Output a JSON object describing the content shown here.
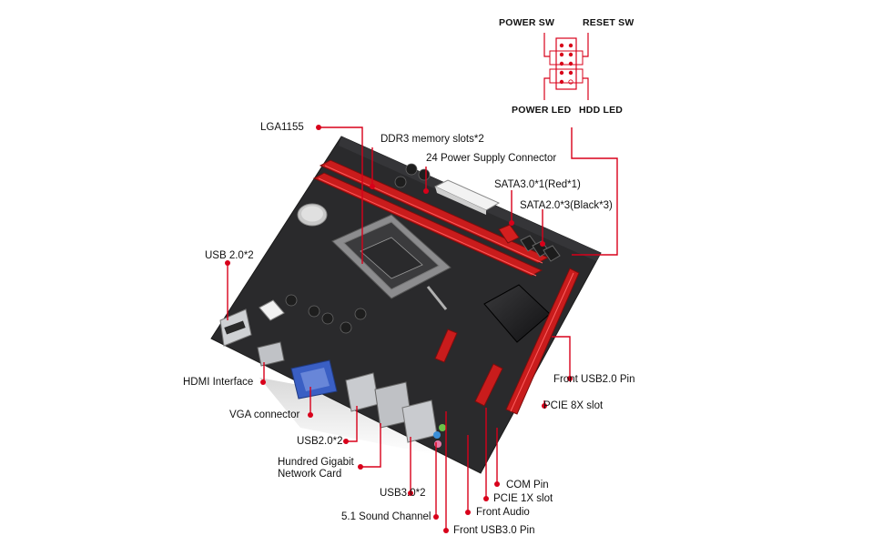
{
  "front_panel": {
    "power_sw": "POWER SW",
    "reset_sw": "RESET SW",
    "power_led": "POWER LED",
    "hdd_led": "HDD LED"
  },
  "labels": {
    "lga": "LGA1155",
    "ddr3": "DDR3 memory slots*2",
    "atx24": "24 Power Supply Connector",
    "sata3": "SATA3.0*1(Red*1)",
    "sata2": "SATA2.0*3(Black*3)",
    "usb2_top": "USB 2.0*2",
    "hdmi": "HDMI Interface",
    "vga": "VGA connector",
    "usb2_rear": "USB2.0*2",
    "network_line1": "Hundred Gigabit",
    "network_line2": "Network Card",
    "usb3": "USB3.0*2",
    "sound": "5.1 Sound Channel",
    "front_usb3": "Front USB3.0 Pin",
    "front_audio": "Front Audio",
    "pcie1x": "PCIE 1X slot",
    "com": "COM Pin",
    "pcie8x": "PCIE 8X slot",
    "front_usb2": "Front USB2.0 Pin"
  },
  "colors": {
    "callout": "#d8001a",
    "board": "#2b2b2d",
    "slot_red": "#d41f1f",
    "text": "#111111"
  }
}
